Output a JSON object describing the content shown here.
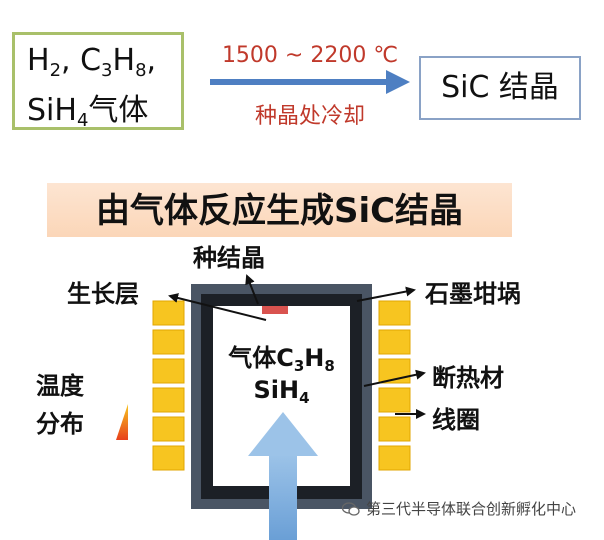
{
  "top_diagram": {
    "gas_box": {
      "line1": [
        {
          "text": "H"
        },
        {
          "sub": "2"
        },
        {
          "text": ", C"
        },
        {
          "sub": "3"
        },
        {
          "text": "H"
        },
        {
          "sub": "8"
        },
        {
          "text": ","
        }
      ],
      "line2": [
        {
          "text": "SiH"
        },
        {
          "sub": "4"
        },
        {
          "text": "气体"
        }
      ]
    },
    "temperature_range": "1500 ~ 2200 ℃",
    "condition_note": "种晶处冷却",
    "product_box": "SiC 结晶"
  },
  "process_title": "由气体反应生成SiC结晶",
  "labels": {
    "seed_crystal": "种结晶",
    "growth_layer": "生长层",
    "graphite_crucible": "石墨坩埚",
    "temperature_distribution_1": "温度",
    "temperature_distribution_2": "分布",
    "insulation": "断热材",
    "coil": "线圈"
  },
  "crucible_gas": {
    "line1": [
      {
        "text": "气体C"
      },
      {
        "sub": "3"
      },
      {
        "text": "H"
      },
      {
        "sub": "8"
      }
    ],
    "line2": [
      {
        "text": "SiH"
      },
      {
        "sub": "4"
      }
    ]
  },
  "watermark": "第三代半导体联合创新孵化中心",
  "colors": {
    "gas_box_border": "#a9c06a",
    "product_box_border": "#8aa2c6",
    "arrow_blue": "#4e7fc2",
    "condition_red": "#c0392b",
    "crucible_dark": "#1c2026",
    "crucible_outer": "#4a5564",
    "coil_yellow": "#f7c520",
    "flow_arrow": "#7faedc",
    "seed_red": "#d9534f",
    "banner": "#fbd9bd"
  },
  "icons": [
    "arrow-right-icon",
    "flow-arrow-icon",
    "temperature-gradient-icon",
    "wechat-icon"
  ]
}
